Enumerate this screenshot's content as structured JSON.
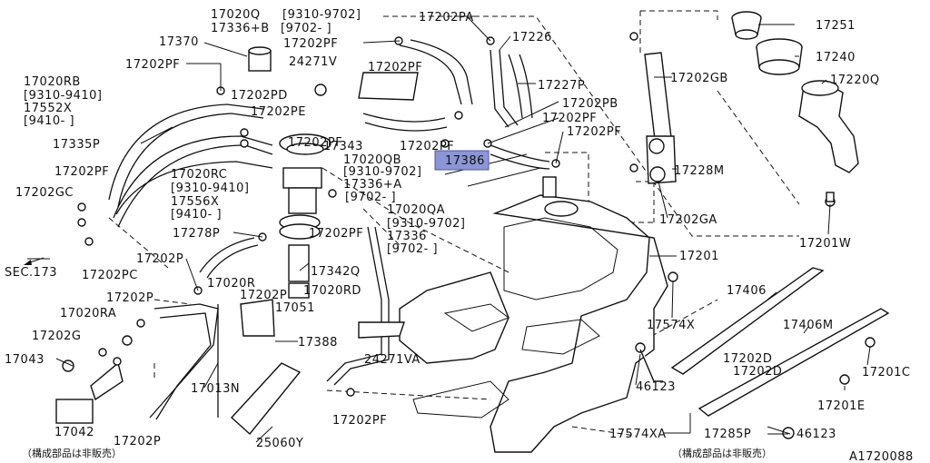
{
  "diagram_id": "A1720088",
  "labels": {
    "p17020Q": "17020Q",
    "p9310_9702": "[9310-9702]",
    "p17336B": "17336+B",
    "p9702_1": "[9702-    ]",
    "p17202PA": "17202PA",
    "p17226": "17226",
    "p17251": "17251",
    "p17370": "17370",
    "p17202PF_a": "17202PF",
    "p24271V": "24271V",
    "p17202PF_b": "17202PF",
    "p17202PF_c": "17202PF",
    "p17240": "17240",
    "p17227P": "17227P",
    "p17202GB": "17202GB",
    "p17220Q": "17220Q",
    "p17020RB": "17020RB",
    "p9310_9410a": "[9310-9410]",
    "p17552X": "17552X",
    "p9410a": "[9410-    ]",
    "p17202PD": "17202PD",
    "p17202PE": "17202PE",
    "p17202PB": "17202PB",
    "p17202PF_d": "17202PF",
    "p17335P": "17335P",
    "p17202PF_e": "17202PF",
    "p17343": "17343",
    "p17202PF_f": "17202PF",
    "p17202PF_g": "17202PF",
    "p17020QB": "17020QB",
    "p9310_9702b": "[9310-9702]",
    "p17386": "17386",
    "p17228M": "17228M",
    "p17202PF_h": "17202PF",
    "p17020RC": "17020RC",
    "p17336A": "17336+A",
    "p9702_2": "[9702-    ]",
    "p17202GC": "17202GC",
    "p9310_9410b": "[9310-9410]",
    "p17556X": "17556X",
    "p9410b": "[9410-    ]",
    "p17020QA": "17020QA",
    "p9310_9702c": "[9310-9702]",
    "p17202GA": "17202GA",
    "p17201W": "17201W",
    "p17278P": "17278P",
    "p17202PF_i": "17202PF",
    "p17336": "17336",
    "p9702_3": "[9702-    ]",
    "p17201": "17201",
    "sec173": "SEC.173",
    "p17202PC": "17202PC",
    "p17202P_a": "17202P",
    "p17342Q": "17342Q",
    "p17020R": "17020R",
    "p17202P_b": "17202P",
    "p17020RD": "17020RD",
    "p17406": "17406",
    "p17202P_c": "17202P",
    "p17020RA": "17020RA",
    "p17051": "17051",
    "p17574X": "17574X",
    "p17406M": "17406M",
    "p17202G": "17202G",
    "p17388": "17388",
    "p17043": "17043",
    "p24271VA": "24271VA",
    "p46123_a": "46123",
    "p17202D_a": "17202D",
    "p17202D_b": "17202D",
    "p17201C": "17201C",
    "p17013N": "17013N",
    "p17201E": "17201E",
    "p17042": "17042",
    "p17202P_d": "17202P",
    "p17202PF_j": "17202PF",
    "p17574XA": "17574XA",
    "p17285P": "17285P",
    "p46123_b": "46123",
    "p25060Y": "25060Y",
    "note_left": "（構成部品は非販売）",
    "note_right": "（構成部品は非販売）"
  }
}
